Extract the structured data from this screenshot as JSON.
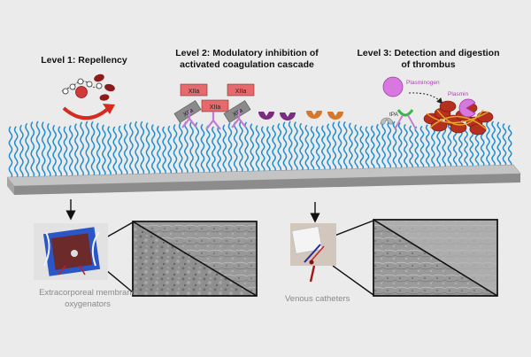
{
  "levels": [
    {
      "title": "Level 1: Repellency"
    },
    {
      "title_line1": "Level 2: Modulatory inhibition of",
      "title_line2": "activated coagulation cascade"
    },
    {
      "title_line1": "Level 3: Detection and digestion",
      "title_line2": "of thrombus"
    }
  ],
  "labels": {
    "xiia": "XIIa",
    "plasminogen": "Plasminogen",
    "plasmin": "Plasmin",
    "tpa": "tPA"
  },
  "applications": [
    {
      "line1": "Extracorporeal membrane",
      "line2": "oxygenators"
    },
    {
      "line1": "Venous catheters"
    }
  ],
  "colors": {
    "background": "#ebebeb",
    "brush": "#1f8fd1",
    "substrate_top": "#c4c4c4",
    "substrate_front": "#8c8c8c",
    "xiia_box": "#e8696b",
    "inhibitor_purple": "#7a2d7e",
    "inhibitor_orange": "#d5772c",
    "plasminogen": "#d977e0",
    "thrombus": "#b6301f",
    "red_cell": "#8e1b1b",
    "arrow_red": "#d62b1e"
  }
}
